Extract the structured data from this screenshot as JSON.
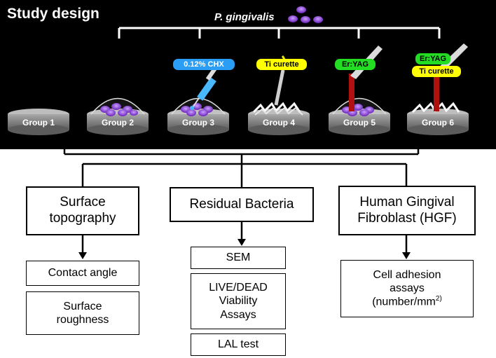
{
  "header": {
    "title": "Study design",
    "bacteria_label": "P. gingivalis"
  },
  "groups": [
    {
      "label": "Group 1"
    },
    {
      "label": "Group 2"
    },
    {
      "label": "Group 3",
      "tag": "0.12% CHX"
    },
    {
      "label": "Group 4",
      "tag": "Ti curette"
    },
    {
      "label": "Group 5",
      "tag": "Er:YAG"
    },
    {
      "label": "Group 6",
      "tag": "Er:YAG",
      "tag2": "Ti curette"
    }
  ],
  "analysis": {
    "surface": {
      "title": "Surface\ntopography",
      "items": [
        "Contact angle",
        "Surface\nroughness"
      ]
    },
    "bacteria": {
      "title": "Residual Bacteria",
      "items": [
        "SEM",
        "LIVE/DEAD\nViability\nAssays",
        "LAL test"
      ]
    },
    "hgf": {
      "title": "Human Gingival\nFibroblast (HGF)",
      "item_main": "Cell adhesion\nassays",
      "item_unit": "(number/mm",
      "item_sup": "2)"
    }
  },
  "colors": {
    "chx_tag": "#2a9df4",
    "ti_tag": "#ffff00",
    "eryag_tag": "#22dd22",
    "laser": "#b01010",
    "bacteria": "#8a2be2",
    "dish": "#8c8c8c"
  }
}
